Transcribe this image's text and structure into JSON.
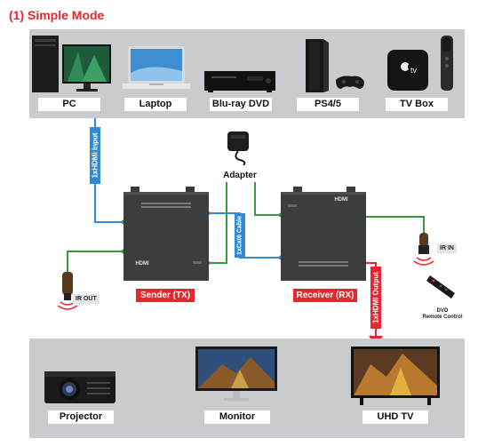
{
  "title": "(1) Simple Mode",
  "sources": [
    {
      "label": "PC",
      "icon": "pc-icon"
    },
    {
      "label": "Laptop",
      "icon": "laptop-icon"
    },
    {
      "label": "Blu-ray DVD",
      "icon": "bluray-player-icon"
    },
    {
      "label": "PS4/5",
      "icon": "playstation-console-icon"
    },
    {
      "label": "TV Box",
      "icon": "tv-box-icon"
    }
  ],
  "adapter": {
    "label": "Adapter"
  },
  "hdmi_input": "1xHDMI Input",
  "sender": {
    "label": "Sender (TX)",
    "brand": "HDMI"
  },
  "receiver": {
    "label": "Receiver (RX)",
    "brand": "HDMI"
  },
  "cable_tag": "1xCat6 Cable",
  "ir_out": "IR OUT",
  "ir_in": "IR IN",
  "hdmi_output": "1xHDMI Output",
  "remote": {
    "line1": "DVD",
    "line2": "Remote Control"
  },
  "displays": [
    {
      "label": "Projector",
      "icon": "projector-icon"
    },
    {
      "label": "Monitor",
      "icon": "monitor-icon"
    },
    {
      "label": "UHD TV",
      "icon": "uhd-tv-icon"
    }
  ],
  "colors": {
    "accent_red": "#e8262d",
    "cable_blue": "#2e8bd8",
    "wire_green": "#3a9a3a",
    "panel_gray": "#c9cbce"
  }
}
